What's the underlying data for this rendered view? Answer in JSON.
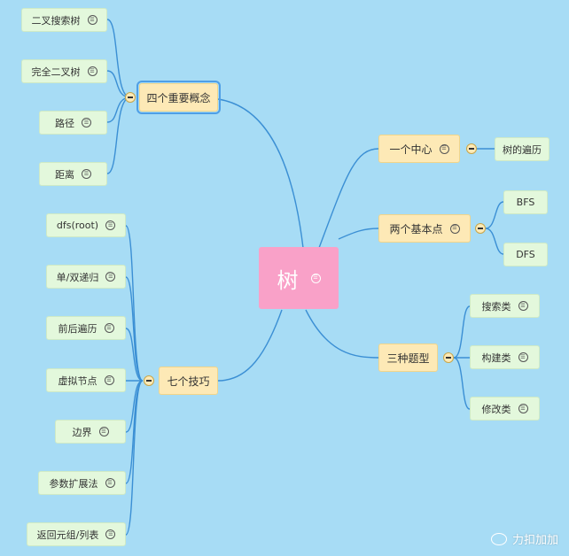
{
  "colors": {
    "background": "#a7dcf5",
    "line": "#3b8fd4",
    "root": "#f9a1c8",
    "branch": "#fde9b6",
    "leaf": "#e3f8dc"
  },
  "root": {
    "label": "树",
    "icon": "note-icon"
  },
  "branches": {
    "concepts": {
      "label": "四个重要概念",
      "children": [
        "二叉搜索树",
        "完全二叉树",
        "路径",
        "距离"
      ]
    },
    "tips": {
      "label": "七个技巧",
      "children": [
        "dfs(root)",
        "单/双递归",
        "前后遍历",
        "虚拟节点",
        "边界",
        "参数扩展法",
        "返回元组/列表"
      ]
    },
    "center": {
      "label": "一个中心",
      "children": [
        "树的遍历"
      ]
    },
    "basics": {
      "label": "两个基本点",
      "children": [
        "BFS",
        "DFS"
      ]
    },
    "types": {
      "label": "三种题型",
      "children": [
        "搜索类",
        "构建类",
        "修改类"
      ]
    }
  },
  "watermark": {
    "text": "力扣加加",
    "icon": "chat-bubble-icon"
  }
}
